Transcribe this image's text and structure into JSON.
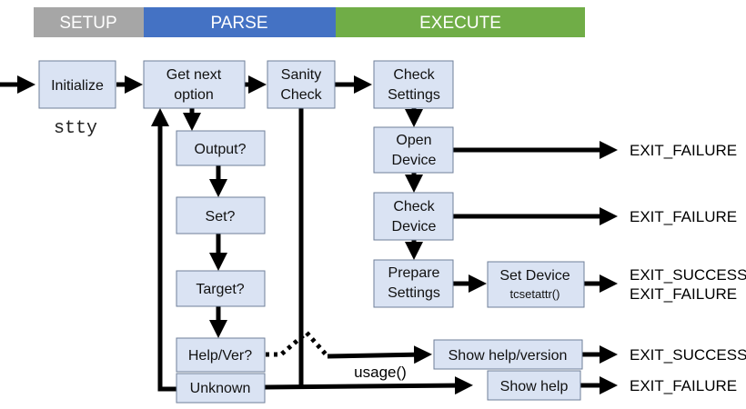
{
  "phases": [
    {
      "label": "SETUP",
      "color": "#a6a6a6"
    },
    {
      "label": "PARSE",
      "color": "#4472c4"
    },
    {
      "label": "EXECUTE",
      "color": "#70ad47"
    }
  ],
  "nodes": {
    "initialize": {
      "label": "Initialize"
    },
    "get_next_option": {
      "label": [
        "Get next",
        "option"
      ]
    },
    "sanity_check": {
      "label": [
        "Sanity",
        "Check"
      ]
    },
    "check_settings": {
      "label": [
        "Check",
        "Settings"
      ]
    },
    "output": {
      "label": "Output?"
    },
    "set": {
      "label": "Set?"
    },
    "target": {
      "label": "Target?"
    },
    "help_ver": {
      "label": "Help/Ver?"
    },
    "unknown": {
      "label": "Unknown"
    },
    "open_device": {
      "label": [
        "Open",
        "Device"
      ]
    },
    "check_device": {
      "label": [
        "Check",
        "Device"
      ]
    },
    "prepare_settings": {
      "label": [
        "Prepare",
        "Settings"
      ]
    },
    "set_device": {
      "label": "Set Device",
      "sublabel": "tcsetattr()"
    },
    "show_help_version": {
      "label": "Show help/version"
    },
    "show_help": {
      "label": "Show help"
    }
  },
  "annotations": {
    "stty": "stty",
    "usage": "usage()"
  },
  "outcomes": {
    "open_device_fail": "EXIT_FAILURE",
    "check_device_fail": "EXIT_FAILURE",
    "set_device_success": "EXIT_SUCCESS",
    "set_device_fail": "EXIT_FAILURE",
    "help_success": "EXIT_SUCCESS",
    "unknown_fail": "EXIT_FAILURE"
  }
}
